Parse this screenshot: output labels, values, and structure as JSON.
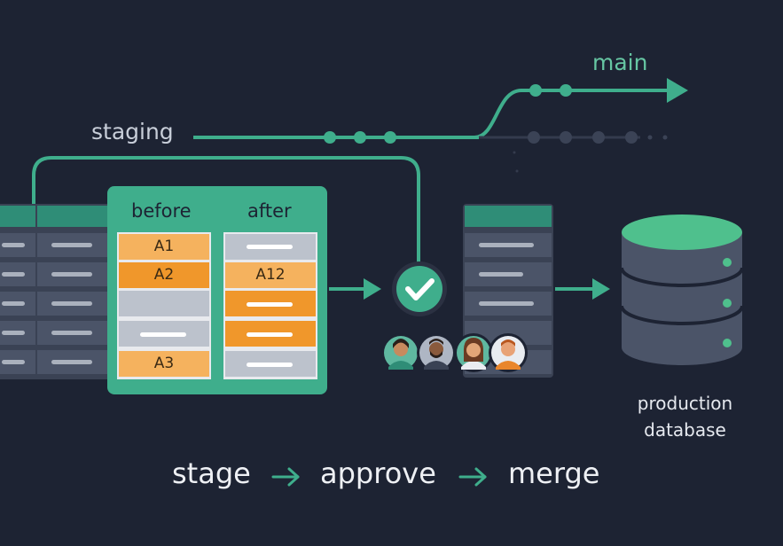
{
  "branches": {
    "main": "main",
    "staging": "staging"
  },
  "diff": {
    "before_header": "before",
    "after_header": "after",
    "before_cells": [
      "A1",
      "A2",
      "",
      "",
      "A3"
    ],
    "after_cells": [
      "",
      "A12",
      "",
      "",
      ""
    ]
  },
  "database": {
    "label_line1": "production",
    "label_line2": "database"
  },
  "flow": {
    "step1": "stage",
    "step2": "approve",
    "step3": "merge"
  },
  "icons": [
    "check-icon",
    "arrow-right-icon",
    "database-icon",
    "avatar-icon"
  ],
  "colors": {
    "background": "#1d2333",
    "accent_green": "#3fae8c",
    "highlight_orange": "#f0972b",
    "light_orange": "#f5b25e",
    "table_slate": "#4b5468",
    "gray_cell": "#bcc2cc"
  }
}
